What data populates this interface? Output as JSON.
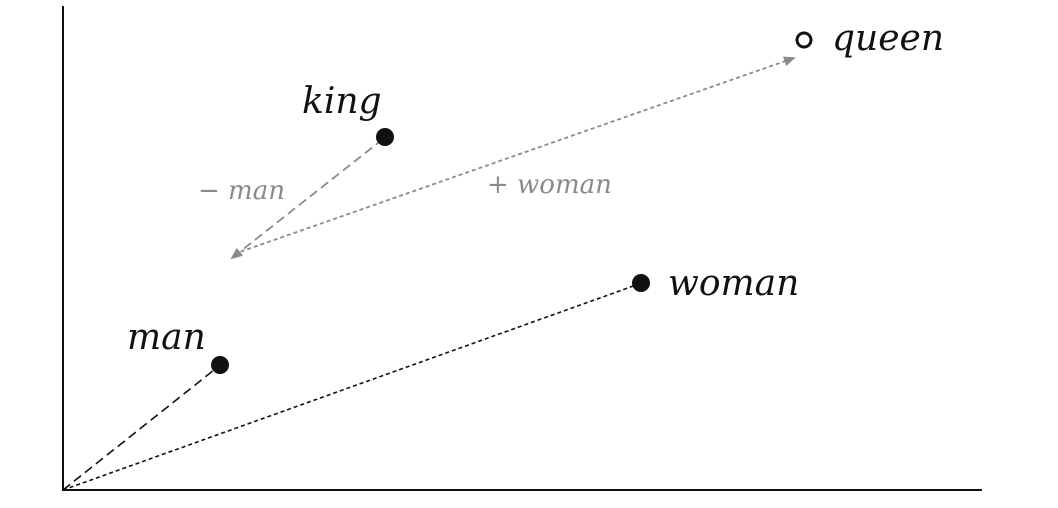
{
  "colors": {
    "ink": "#111111",
    "operation": "#8a8a8a",
    "background": "#ffffff"
  },
  "points": {
    "king": {
      "label": "king",
      "style": "filled"
    },
    "man": {
      "label": "man",
      "style": "filled"
    },
    "woman": {
      "label": "woman",
      "style": "filled"
    },
    "queen": {
      "label": "queen",
      "style": "hollow"
    }
  },
  "operations": {
    "minus_man": {
      "label": "− man"
    },
    "plus_woman": {
      "label": "+ woman"
    }
  }
}
